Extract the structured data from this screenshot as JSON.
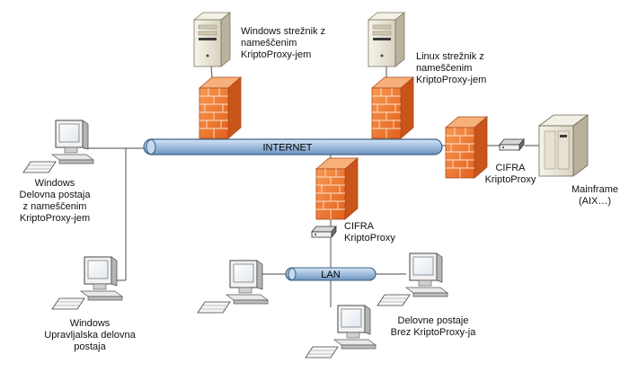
{
  "colors": {
    "bus_fill": "#a9c6e3",
    "bus_stroke": "#3d5f86",
    "line": "#6d6d6d",
    "firewall": "#f07a2c",
    "firewall_dark": "#c44e12",
    "server_body": "#eeeadd",
    "monitor_screen": "#ffffff"
  },
  "icons": {
    "firewall": "brick-wall-firewall-icon",
    "server": "tower-server-icon",
    "workstation": "desktop-computer-icon",
    "proxy_device": "network-box-icon",
    "mainframe": "mainframe-icon"
  },
  "buses": {
    "internet": "INTERNET",
    "lan": "LAN"
  },
  "labels": {
    "windows_server": [
      "Windows strežnik z",
      "nameščenim",
      "KriptoProxy-jem"
    ],
    "linux_server": [
      "Linux strežnik z",
      "nameščenim",
      "KriptoProxy-jem"
    ],
    "windows_workstation": [
      "Windows",
      "Delovna postaja",
      "z nameščenim",
      "KriptoProxy-jem"
    ],
    "admin_workstation": [
      "Windows",
      "Upravljalska delovna",
      "postaja"
    ],
    "cifra_mainframe": [
      "CIFRA",
      "KriptoProxy"
    ],
    "mainframe": [
      "Mainframe",
      "(AIX…)"
    ],
    "cifra_lan": [
      "CIFRA",
      "KriptoProxy"
    ],
    "lan_clients": [
      "Delovne postaje",
      "Brez KriptoProxy-ja"
    ]
  }
}
